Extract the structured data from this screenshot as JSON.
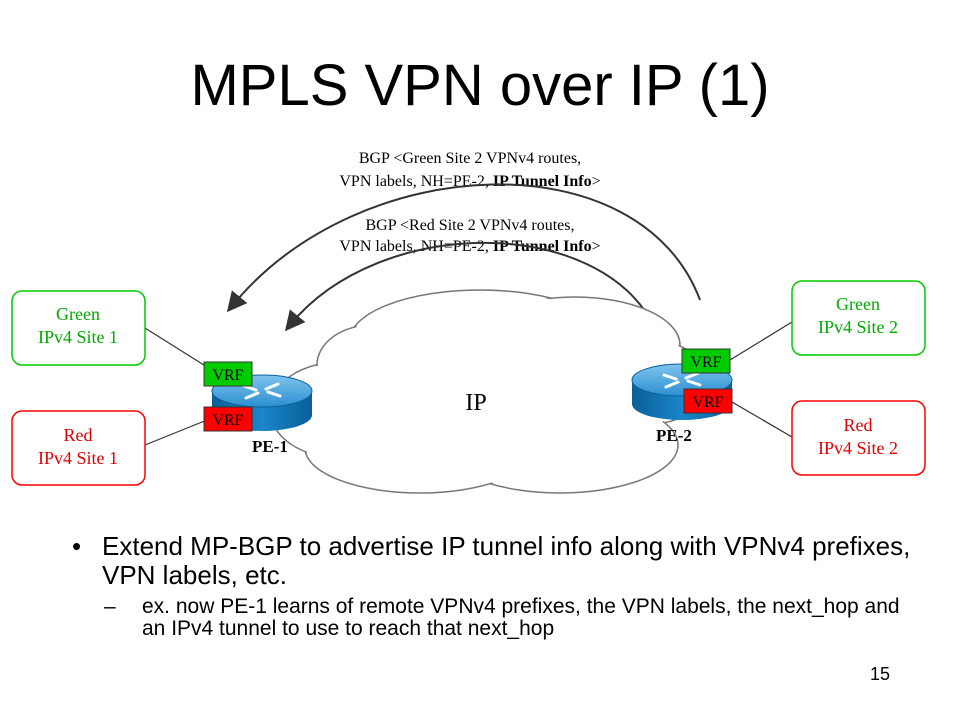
{
  "title": "MPLS VPN over IP (1)",
  "diagram": {
    "bgp_green": {
      "line1": "BGP <Green Site 2 VPNv4 routes,",
      "line2_plain": "VPN labels, NH=PE-2, ",
      "line2_bold": "IP Tunnel Info",
      "line2_end": ">"
    },
    "bgp_red": {
      "line1": "BGP <Red Site 2 VPNv4 routes,",
      "line2_plain": "VPN labels, NH=PE-2, ",
      "line2_bold": "IP Tunnel Info",
      "line2_end": ">"
    },
    "sites": {
      "green1": {
        "line1": "Green",
        "line2": "IPv4 Site 1"
      },
      "red1": {
        "line1": "Red",
        "line2": "IPv4 Site 1"
      },
      "green2": {
        "line1": "Green",
        "line2": "IPv4 Site 2"
      },
      "red2": {
        "line1": "Red",
        "line2": "IPv4 Site 2"
      }
    },
    "vrf_label": "VRF",
    "cloud_label": "IP",
    "pe1_label": "PE-1",
    "pe2_label": "PE-2",
    "colors": {
      "green": "#00cc00",
      "red": "#ff0000",
      "green_text": "#00aa00",
      "red_text": "#e00000",
      "router": "#0c7fc3"
    }
  },
  "bullets": {
    "main": "Extend MP-BGP to advertise IP tunnel info along with VPNv4 prefixes, VPN labels, etc.",
    "sub": "ex. now PE-1 learns of remote VPNv4 prefixes, the VPN labels, the next_hop and an IPv4 tunnel to use to reach that next_hop",
    "bullet_mark": "•",
    "dash_mark": "–"
  },
  "page_number": "15"
}
